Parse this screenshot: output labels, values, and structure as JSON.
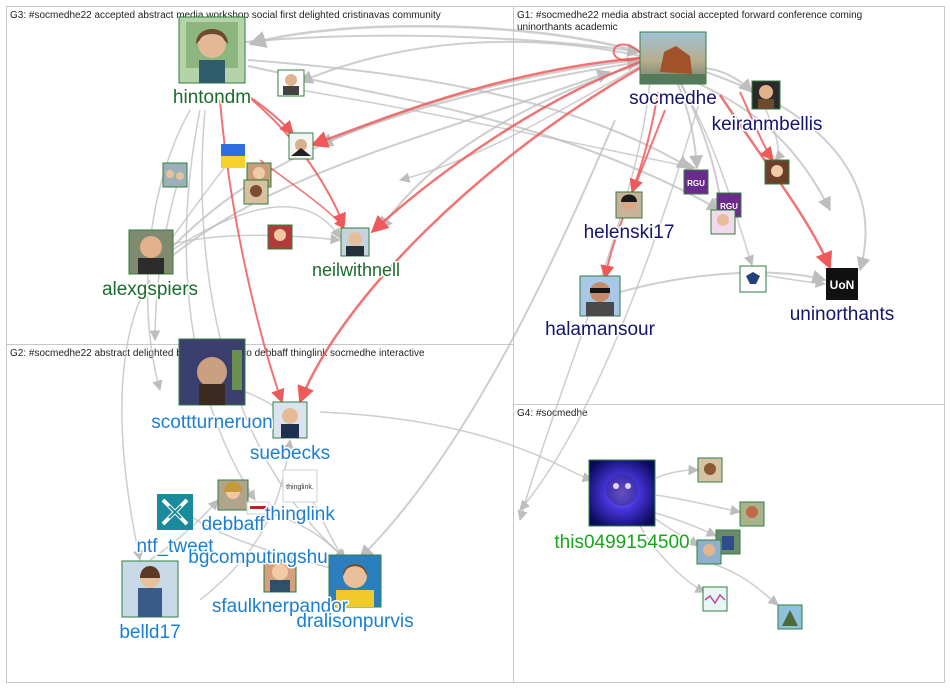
{
  "groups": [
    {
      "id": "G3",
      "title": "G3: #socmedhe22 accepted abstract media workshop social first delighted cristinavas community"
    },
    {
      "id": "G1",
      "title_line1": "G1: #socmedhe22 media abstract social accepted forward conference coming",
      "title_line2": "uninorthants academic"
    },
    {
      "id": "G2",
      "title": "G2: #socmedhe22 abstract delighted belld17 media co debbaff thinglink socmedhe interactive"
    },
    {
      "id": "G4",
      "title": "G4: #socmedhe"
    }
  ],
  "labels": {
    "hintondm": "hintondm",
    "neilwithnell": "neilwithnell",
    "alexgspiers": "alexgspiers",
    "socmedhe": "socmedhe",
    "keiranmbellis": "keiranmbellis",
    "helenski17": "helenski17",
    "halamansour": "halamansour",
    "uninorthants": "uninorthants",
    "scottturneruon": "scottturneruon",
    "suebecks": "suebecks",
    "debbaff": "debbaff",
    "thinglink": "thinglink",
    "ntf_tweet": "ntf_tweet",
    "bgcomputingshu": "bgcomputingshu",
    "sfaulknerpandor": "sfaulknerpandor",
    "belld17": "belld17",
    "dralisonpurvis": "dralisonpurvis",
    "this0499154500": "this0499154500"
  },
  "logo_text": {
    "thinglink": "thinglink.",
    "uninorthants": "UoN",
    "rgu": "RGU"
  },
  "colors": {
    "g1_label": "#14146e",
    "g2_label": "#1a7fd4",
    "g3_label": "#1b6b2c",
    "g4_label": "#17a81a",
    "edge_gray": "#bdbdbd",
    "edge_red": "#ee5a5a"
  }
}
